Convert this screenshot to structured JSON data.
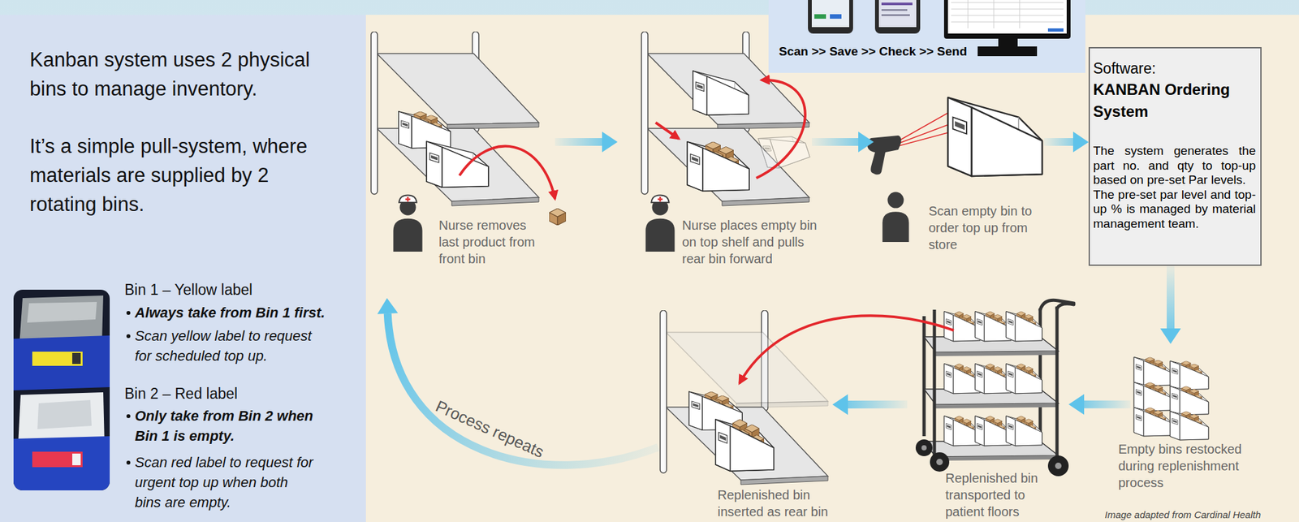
{
  "diagram": {
    "nodes": [
      {
        "text": [
          "Kanban system uses 2 physical bins to manage inventory.",
          "It’s a simple pull-system, where materials are supplied by 2 rotating bins.",
          "Bin 1 – Yellow label",
          "Always take from Bin 1 first.",
          "Scan yellow label to request for scheduled top up.",
          "Bin 2 – Red label",
          "Only take from Bin 2 when Bin 1 is empty.",
          "Scan red label to request for urgent top up when both bins are empty."
        ]
      },
      {
        "text": [
          "Scan >> Save >> Check >> Send"
        ]
      },
      {
        "text": [
          "Nurse removes last product from front bin"
        ]
      },
      {
        "text": [
          "Nurse places empty bin on top shelf and pulls rear bin forward"
        ]
      },
      {
        "text": [
          "Scan empty bin to order top up from store"
        ]
      },
      {
        "text": [
          "Software:",
          "KANBAN Ordering System",
          "The system generates the part no. and qty to top-up based on pre-set Par levels.",
          "The pre-set par level and top-up % is managed by material management team."
        ]
      },
      {
        "text": [
          "Empty bins restocked during replenishment process"
        ]
      },
      {
        "text": [
          "Replenished bin transported to patient floors"
        ]
      },
      {
        "text": [
          "Replenished bin inserted as rear bin"
        ]
      }
    ],
    "edges": [
      {
        "from": 2,
        "to": 3,
        "arrow": "to"
      },
      {
        "from": 3,
        "to": 4,
        "arrow": "to"
      },
      {
        "from": 4,
        "to": 5,
        "arrow": "to"
      },
      {
        "from": 5,
        "to": 6,
        "arrow": "to"
      },
      {
        "from": 6,
        "to": 7,
        "arrow": "to"
      },
      {
        "from": 7,
        "to": 8,
        "arrow": "to"
      },
      {
        "from": 8,
        "to": 2,
        "arrow": "to",
        "label": "Process repeats"
      }
    ],
    "labels": [
      "Image adapted from Cardinal Health"
    ]
  }
}
